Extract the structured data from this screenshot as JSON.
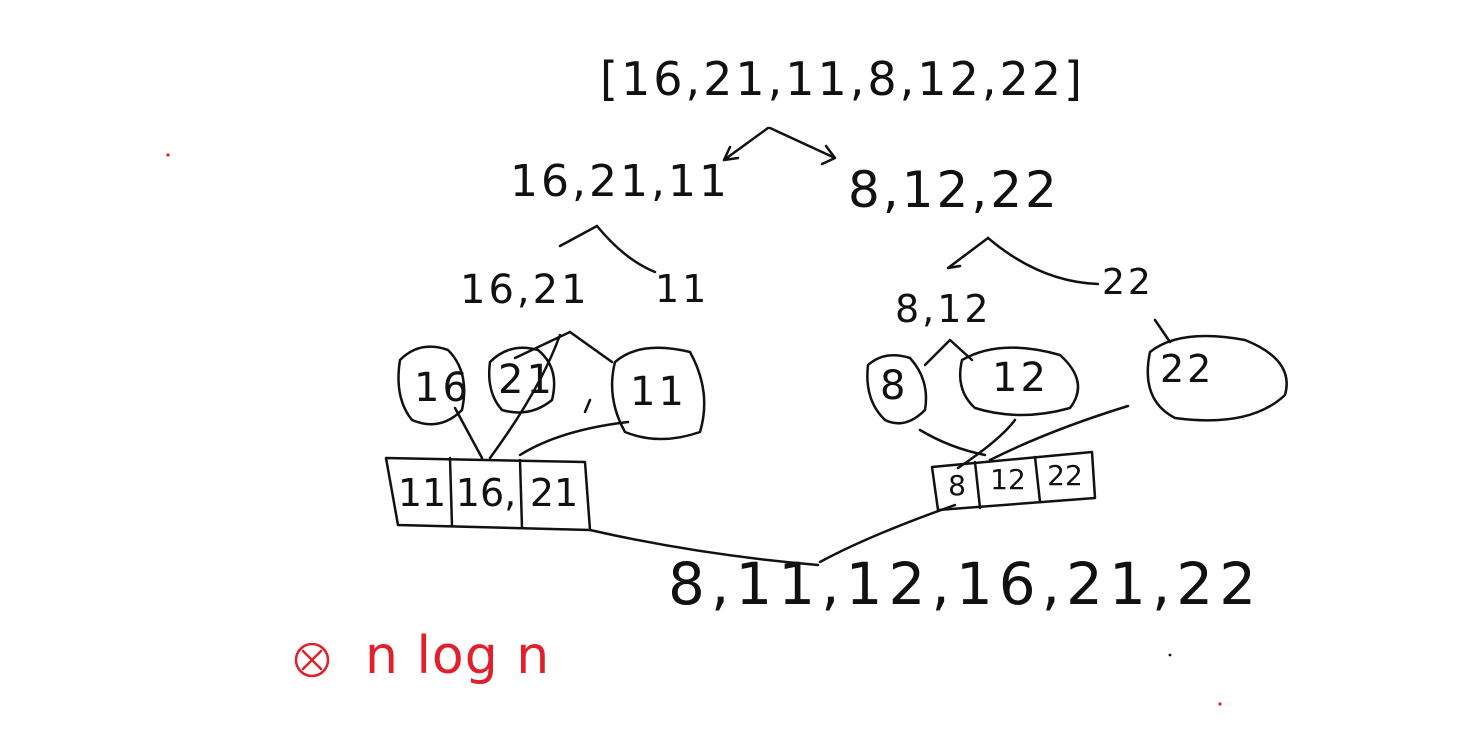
{
  "sketch": {
    "root_array": "[16,21,11,8,12,22]",
    "level1_left": "16,21,11",
    "level1_right": "8,12,22",
    "level2_left_pair": "16,21",
    "level2_left_single": "11",
    "level2_right_pair": "8,12",
    "level2_right_single": "22",
    "leaf_16": "16",
    "leaf_21": "21",
    "leaf_11": "11",
    "leaf_8": "8",
    "leaf_12": "12",
    "leaf_22": "22",
    "merged_left": [
      "11",
      "16,",
      "21"
    ],
    "merged_right": [
      "8",
      "12",
      "22"
    ],
    "final_sorted": "8,11,12,16,21,22",
    "complexity_note": "n log n"
  },
  "colors": {
    "ink": "#111111",
    "annotation": "#e0202a"
  }
}
